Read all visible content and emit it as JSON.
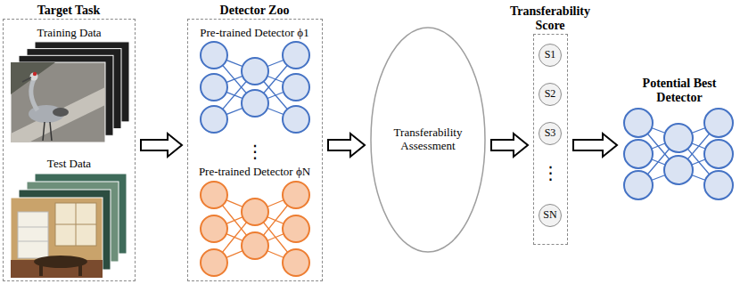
{
  "diagram": {
    "nodes": [
      {
        "text": [
          "Target Task"
        ]
      },
      {
        "text": [
          "Training Data"
        ],
        "in": 0
      },
      {
        "text": [
          "Test Data"
        ],
        "in": 0
      },
      {
        "text": [
          "Detector Zoo"
        ]
      },
      {
        "text": [
          "Pre-trained Detector ϕ1"
        ],
        "in": 3
      },
      {
        "text": [
          "Pre-trained Detector ϕN"
        ],
        "in": 3
      },
      {
        "text": [
          "Transferability Assessment"
        ]
      },
      {
        "text": [
          "Transferability Score"
        ]
      },
      {
        "text": [
          "S1"
        ],
        "in": 7
      },
      {
        "text": [
          "S2"
        ],
        "in": 7
      },
      {
        "text": [
          "S3"
        ],
        "in": 7
      },
      {
        "text": [
          "SN"
        ],
        "in": 7
      },
      {
        "text": [
          "Potential Best Detector"
        ]
      }
    ],
    "edges": [
      {
        "from": 0,
        "to": 3,
        "arrow": "to"
      },
      {
        "from": 3,
        "to": 6,
        "arrow": "to"
      },
      {
        "from": 6,
        "to": 7,
        "arrow": "to"
      },
      {
        "from": 7,
        "to": 12,
        "arrow": "to"
      }
    ],
    "labels": [
      "⋮",
      "⋮"
    ]
  }
}
